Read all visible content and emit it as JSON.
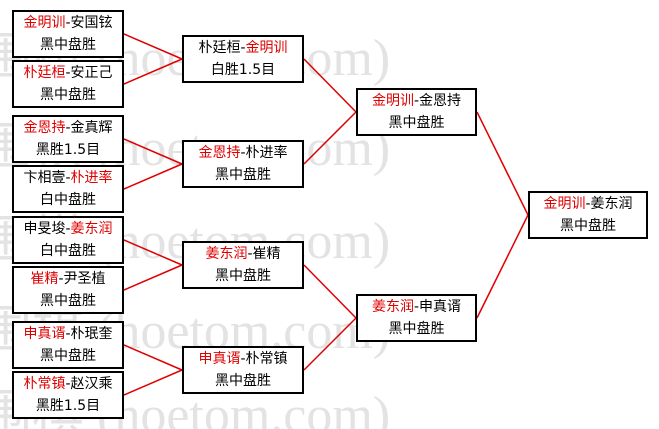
{
  "watermark": "围棋 (hoetom.com)",
  "colors": {
    "winner": "#e00000",
    "line": "#e00000",
    "border": "#000000"
  },
  "bracket": {
    "round1": [
      {
        "p1": "金明训",
        "p2": "安国铉",
        "winner": 1,
        "result": "黑中盘胜"
      },
      {
        "p1": "朴廷桓",
        "p2": "安正己",
        "winner": 1,
        "result": "黑中盘胜"
      },
      {
        "p1": "金恩持",
        "p2": "金真辉",
        "winner": 1,
        "result": "黑胜1.5目"
      },
      {
        "p1": "卞相壹",
        "p2": "朴进率",
        "winner": 2,
        "result": "白中盘胜"
      },
      {
        "p1": "申旻埈",
        "p2": "姜东润",
        "winner": 2,
        "result": "白中盘胜"
      },
      {
        "p1": "崔精",
        "p2": "尹圣植",
        "winner": 1,
        "result": "黑中盘胜"
      },
      {
        "p1": "申真谞",
        "p2": "朴珉奎",
        "winner": 1,
        "result": "黑中盘胜"
      },
      {
        "p1": "朴常镇",
        "p2": "赵汉乘",
        "winner": 1,
        "result": "黑胜1.5目"
      }
    ],
    "round2": [
      {
        "p1": "朴廷桓",
        "p2": "金明训",
        "winner": 2,
        "result": "白胜1.5目"
      },
      {
        "p1": "金恩持",
        "p2": "朴进率",
        "winner": 1,
        "result": "黑中盘胜"
      },
      {
        "p1": "姜东润",
        "p2": "崔精",
        "winner": 1,
        "result": "黑中盘胜"
      },
      {
        "p1": "申真谞",
        "p2": "朴常镇",
        "winner": 1,
        "result": "黑中盘胜"
      }
    ],
    "round3": [
      {
        "p1": "金明训",
        "p2": "金恩持",
        "winner": 1,
        "result": "黑中盘胜"
      },
      {
        "p1": "姜东润",
        "p2": "申真谞",
        "winner": 1,
        "result": "黑中盘胜"
      }
    ],
    "final": [
      {
        "p1": "金明训",
        "p2": "姜东润",
        "winner": 1,
        "result": "黑中盘胜"
      }
    ]
  }
}
